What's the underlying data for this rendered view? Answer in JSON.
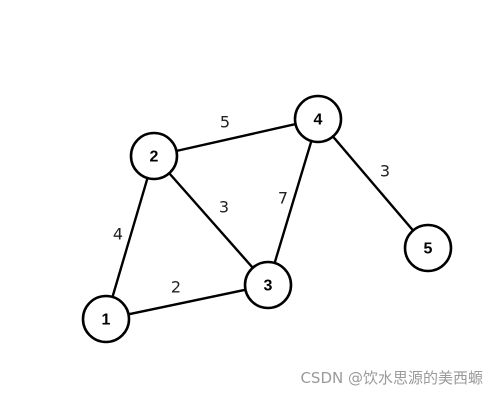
{
  "diagram": {
    "type": "weighted-undirected-graph",
    "nodes": [
      {
        "id": "1",
        "label": "1"
      },
      {
        "id": "2",
        "label": "2"
      },
      {
        "id": "3",
        "label": "3"
      },
      {
        "id": "4",
        "label": "4"
      },
      {
        "id": "5",
        "label": "5"
      }
    ],
    "edges": [
      {
        "from": "1",
        "to": "2",
        "weight": "4"
      },
      {
        "from": "1",
        "to": "3",
        "weight": "2"
      },
      {
        "from": "2",
        "to": "3",
        "weight": "3"
      },
      {
        "from": "2",
        "to": "4",
        "weight": "5"
      },
      {
        "from": "3",
        "to": "4",
        "weight": "7"
      },
      {
        "from": "4",
        "to": "5",
        "weight": "3"
      }
    ],
    "colors": {
      "stroke": "#000000",
      "node_fill": "#ffffff",
      "background": "#ffffff"
    }
  },
  "watermark": {
    "text": "CSDN @饮水思源的美西螈"
  }
}
